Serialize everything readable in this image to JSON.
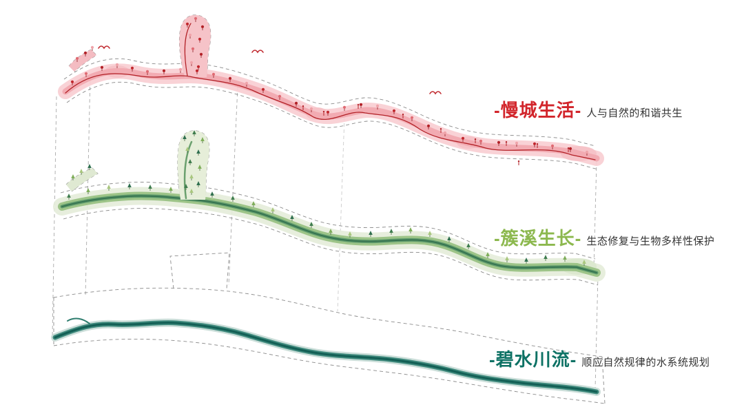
{
  "page": {
    "background": "#ffffff"
  },
  "diagram": {
    "layers": [
      {
        "name": "slow-city-life",
        "title": "-慢城生活-",
        "subtitle": "人与自然的和谐共生",
        "accent": "#d2252b",
        "band_color": "#f5bec4"
      },
      {
        "name": "stream-growth",
        "title": "-簇溪生长-",
        "subtitle": "生态修复与生物多样性保护",
        "accent": "#8cb84e",
        "band_color": "#9dc488"
      },
      {
        "name": "clear-water-flow",
        "title": "-碧水川流-",
        "subtitle": "顺应自然规律的水系统规划",
        "accent": "#0e7265",
        "band_color": "#2f7d6f"
      }
    ]
  }
}
